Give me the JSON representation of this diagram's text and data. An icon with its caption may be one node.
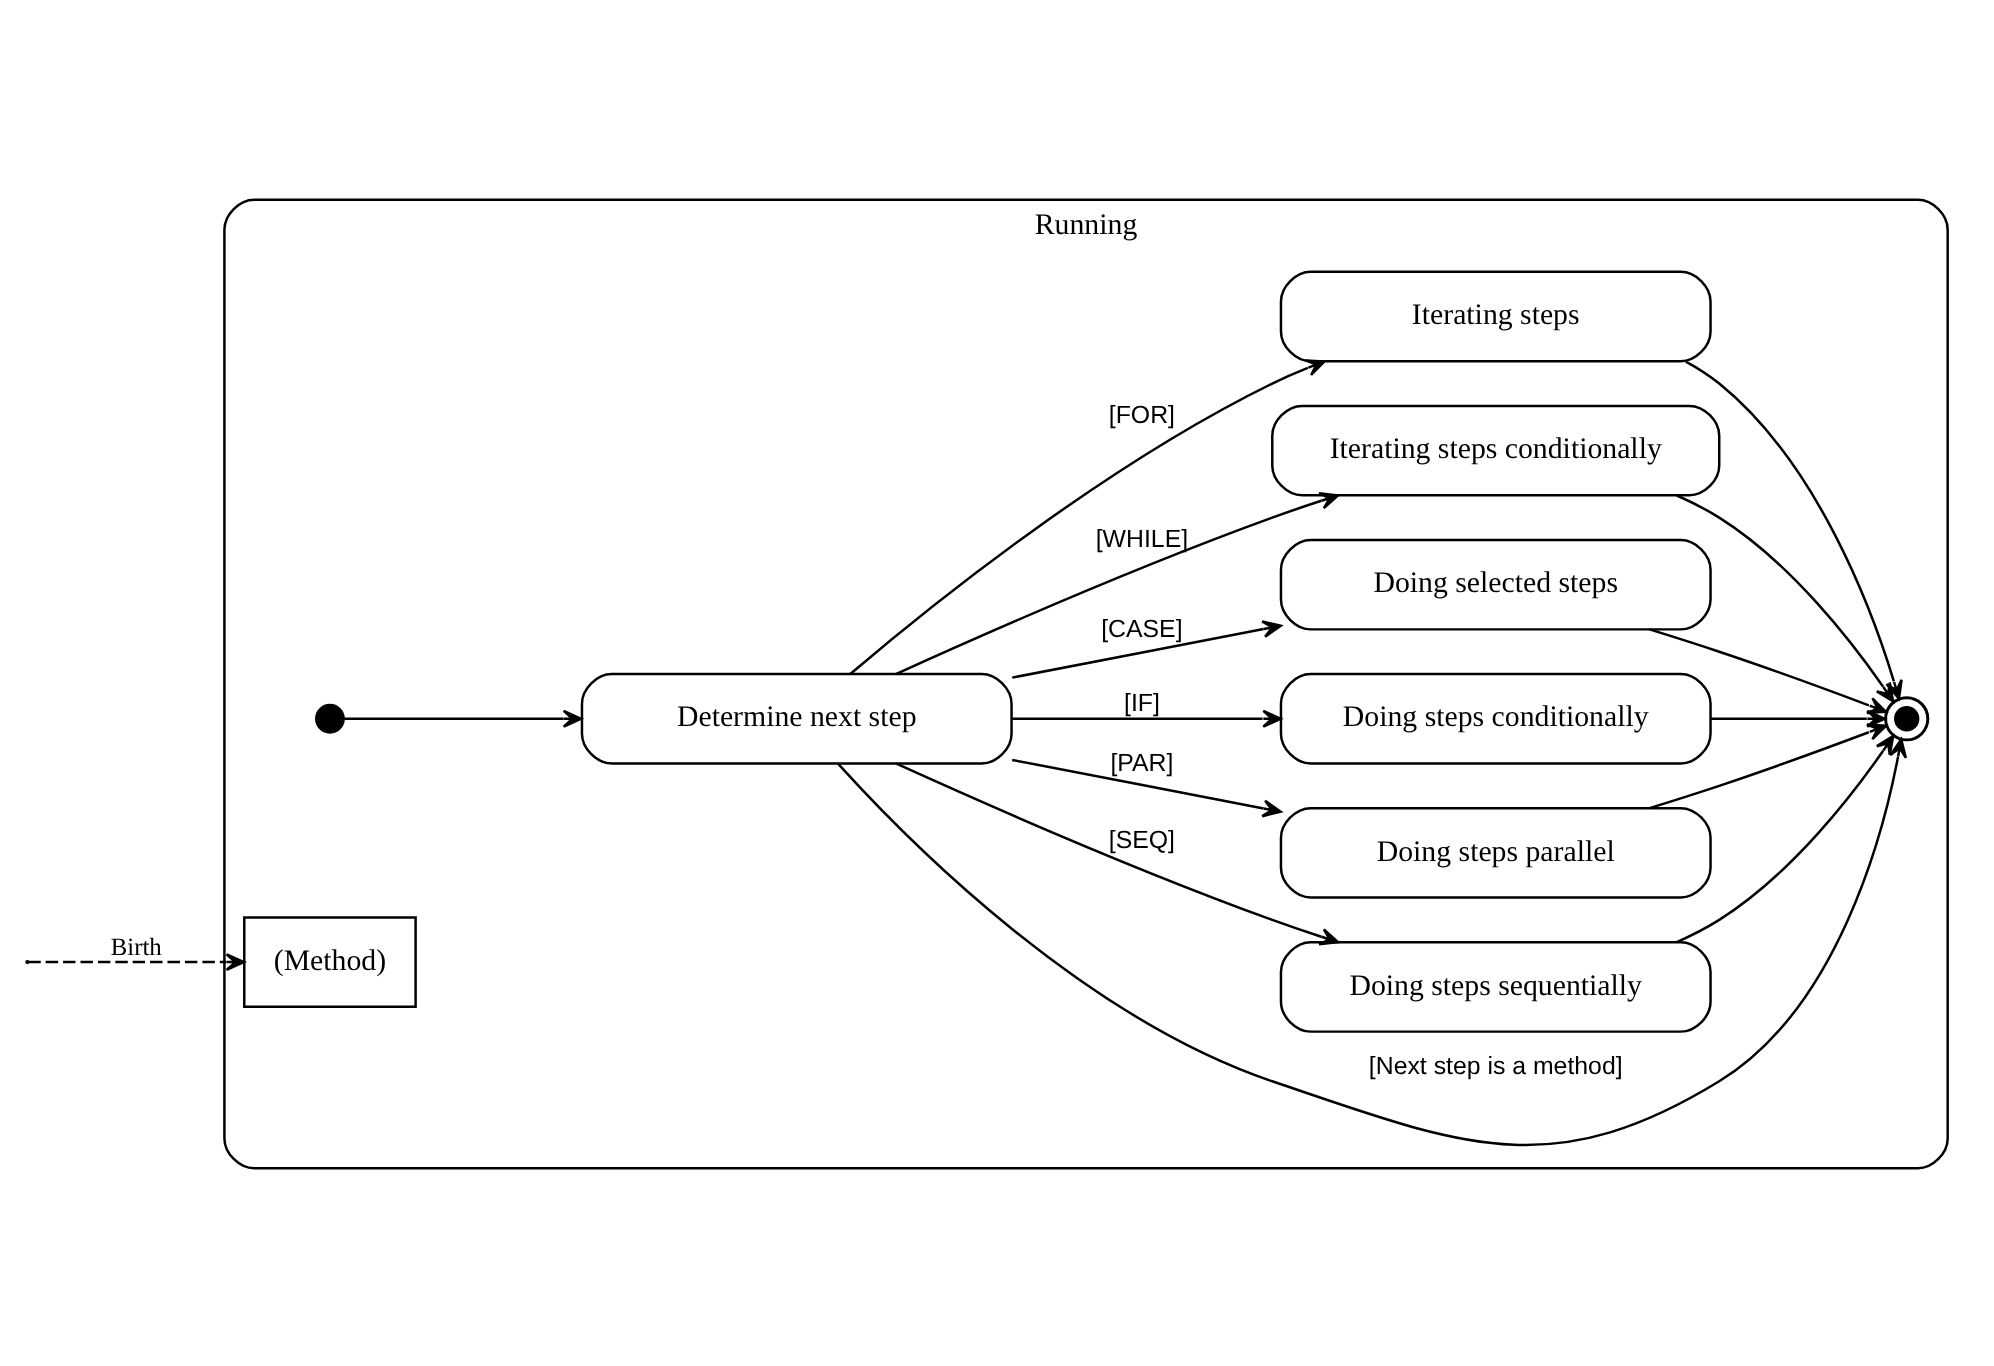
{
  "diagram": {
    "nodes": [
      {
        "text": [
          "Running"
        ]
      },
      {
        "text": [],
        "shape": "circle",
        "in": 0
      },
      {
        "text": [
          "Determine next step"
        ],
        "in": 0
      },
      {
        "text": [
          "(Method)"
        ],
        "in": 0
      },
      {
        "text": [],
        "shape": "circle",
        "in": 0
      },
      {
        "text": [
          "Doing steps sequentially"
        ],
        "in": 0
      },
      {
        "text": [
          "Doing steps parallel"
        ],
        "in": 0
      },
      {
        "text": [
          "Doing steps conditionally"
        ],
        "in": 0
      },
      {
        "text": [
          "Doing selected steps"
        ],
        "in": 0
      },
      {
        "text": [
          "Iterating steps conditionally"
        ],
        "in": 0
      },
      {
        "text": [
          "Iterating steps"
        ],
        "in": 0
      }
    ],
    "edges": [
      {
        "from": 1,
        "to": 2,
        "arrow": "to"
      },
      {
        "from": 2,
        "to": 4,
        "arrow": "to",
        "label": "[Next step is a method]"
      },
      {
        "from": null,
        "to": 3,
        "arrow": "to",
        "style": "dashed",
        "label": "Birth"
      },
      {
        "from": 2,
        "to": 5,
        "arrow": "to",
        "label": "[SEQ]"
      },
      {
        "from": 2,
        "to": 6,
        "arrow": "to",
        "label": "[PAR]"
      },
      {
        "from": 2,
        "to": 7,
        "arrow": "to",
        "label": "[IF]"
      },
      {
        "from": 2,
        "to": 8,
        "arrow": "to",
        "label": "[CASE]"
      },
      {
        "from": 2,
        "to": 9,
        "arrow": "to",
        "label": "[WHILE]"
      },
      {
        "from": 2,
        "to": 10,
        "arrow": "to",
        "label": "[FOR]"
      },
      {
        "from": 5,
        "to": 4,
        "arrow": "to"
      },
      {
        "from": 6,
        "to": 4,
        "arrow": "to"
      },
      {
        "from": 7,
        "to": 4,
        "arrow": "to"
      },
      {
        "from": 8,
        "to": 4,
        "arrow": "to"
      },
      {
        "from": 9,
        "to": 4,
        "arrow": "to"
      },
      {
        "from": 10,
        "to": 4,
        "arrow": "to"
      }
    ]
  }
}
